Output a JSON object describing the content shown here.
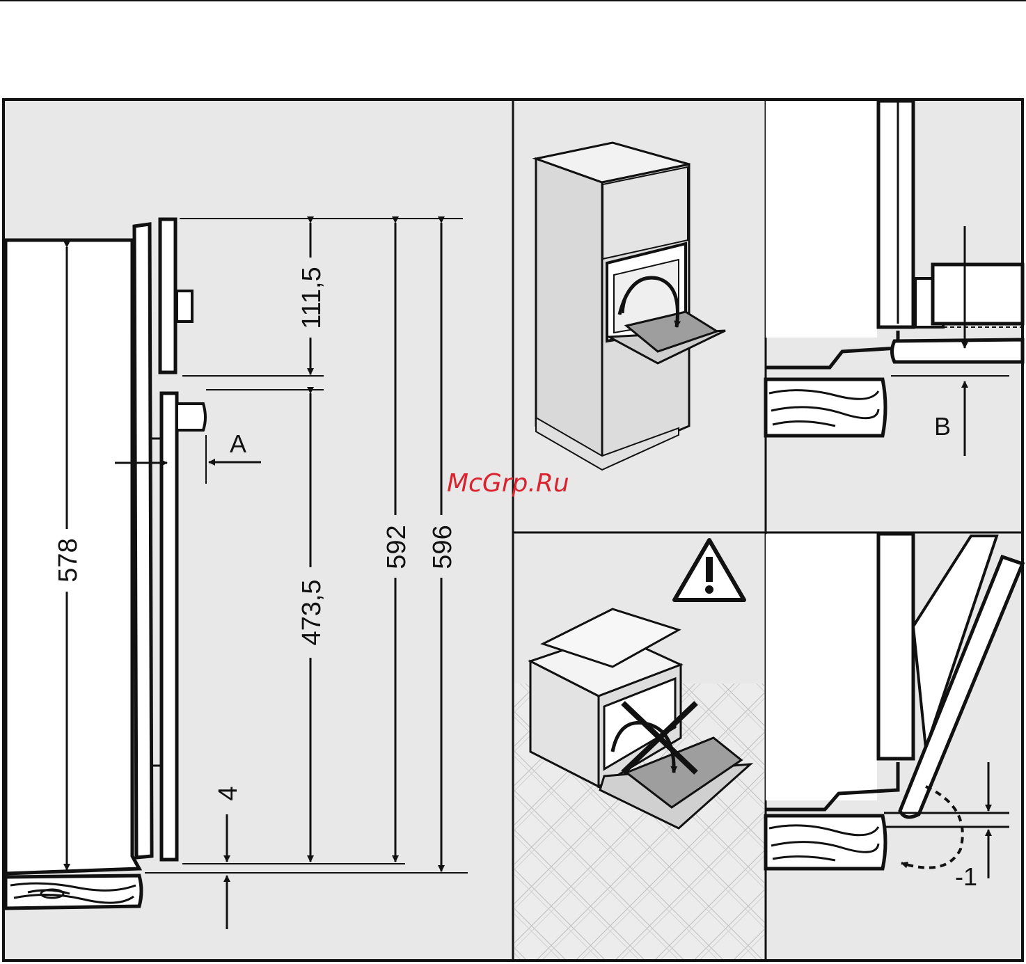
{
  "dimensions": {
    "d578": "578",
    "d111_5": "111,5",
    "d473_5": "473,5",
    "d592": "592",
    "d596": "596",
    "d4": "4",
    "dminus1": "-1"
  },
  "labels": {
    "a": "A",
    "b": "B"
  },
  "watermark": "McGrp.Ru",
  "colors": {
    "panel_bg": "#e8e8e8",
    "line": "#111111",
    "watermark": "#d9232e"
  },
  "icons": {
    "warning": "warning-triangle-icon",
    "prohibited": "cross-out-icon"
  }
}
